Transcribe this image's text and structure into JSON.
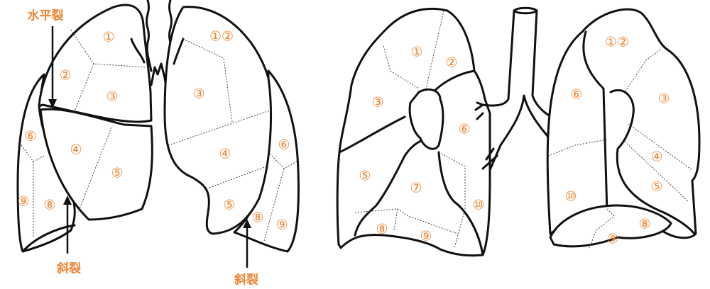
{
  "colors": {
    "label": "#ee8533",
    "outline": "#111111"
  },
  "anterior_view": {
    "annotations": {
      "horizontal_fissure": "水平裂",
      "oblique_fissure_right": "斜裂",
      "oblique_fissure_left": "斜裂"
    },
    "right_lung": {
      "s1": "①",
      "s2": "②",
      "s3": "③",
      "s4": "④",
      "s5": "⑤",
      "s6": "⑥",
      "s8": "⑧",
      "s9": "⑨"
    },
    "left_lung": {
      "s12": "①②",
      "s3": "③",
      "s4": "④",
      "s5": "⑤",
      "s6": "⑥",
      "s8": "⑧",
      "s9": "⑨"
    }
  },
  "posterior_view": {
    "left_side": {
      "s1": "①",
      "s2": "②",
      "s3": "③",
      "s5": "⑤",
      "s6": "⑥",
      "s7": "⑦",
      "s8": "⑧",
      "s9": "⑨",
      "s10": "⑩"
    },
    "right_side": {
      "s12": "①②",
      "s3": "③",
      "s4": "④",
      "s5": "⑤",
      "s6": "⑥",
      "s8": "⑧",
      "s9": "⑨",
      "s10": "⑩"
    }
  }
}
